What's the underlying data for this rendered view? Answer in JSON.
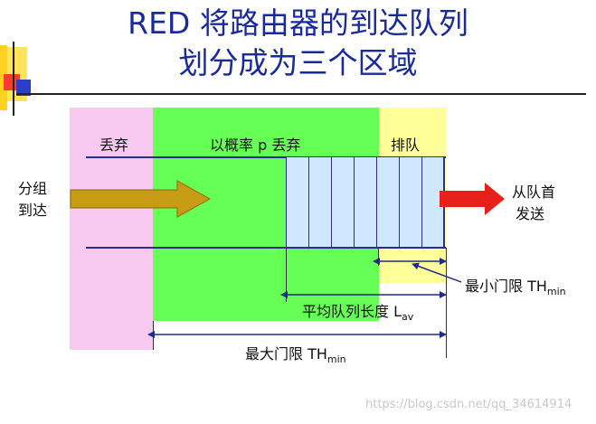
{
  "title": {
    "line1": "RED 将路由器的到达队列",
    "line2": "划分成为三个区域"
  },
  "zones": {
    "drop": "丢弃",
    "drop_with_probability": "以概率 p 丢弃",
    "queue": "排队"
  },
  "arrival": {
    "line1": "分组",
    "line2": "到达"
  },
  "departure": {
    "line1": "从队首",
    "line2": "发送"
  },
  "thresholds": {
    "min": "最小门限 TH",
    "min_sub": "min",
    "avg": "平均队列长度 L",
    "avg_sub": "av",
    "max": "最大门限 TH",
    "max_sub": "min"
  },
  "watermark": "https://blog.csdn.net/qq_34614914",
  "colors": {
    "title": "#1a2a9a",
    "drop_zone": "#f7c8f0",
    "probability_zone": "#66ff55",
    "queue_zone": "#ffff99",
    "buffer": "#cfe8ff",
    "arrival_arrow": "#c89b14",
    "departure_arrow": "#e8201a"
  }
}
